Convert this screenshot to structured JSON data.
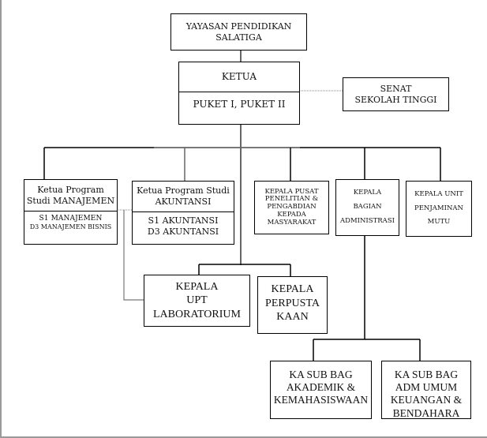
{
  "diagram": {
    "type": "organizational-chart",
    "nodes": {
      "yayasan": {
        "lines": [
          "YAYASAN  PENDIDIKAN",
          "SALATIGA"
        ]
      },
      "ketua": {
        "title": "KETUA",
        "subtitle": "PUKET I,  PUKET II"
      },
      "senat": {
        "lines": [
          "SENAT",
          "SEKOLAH TINGGI"
        ]
      },
      "kaprodi_manajemen": {
        "title_lines": [
          "Ketua Program",
          "Studi MANAJEMEN"
        ],
        "program_lines": [
          "S1 MANAJEMEN",
          "D3 MANAJEMEN BISNIS"
        ]
      },
      "kaprodi_akuntansi": {
        "title_lines": [
          "Ketua Program Studi",
          "AKUNTANSI"
        ],
        "program_lines": [
          "S1 AKUNTANSI",
          "D3 AKUNTANSI"
        ]
      },
      "kepala_p3m": {
        "lines": [
          "KEPALA PUSAT",
          "PENELITIAN &",
          "PENGABDIAN",
          "KEPADA",
          "MASYARAKAT"
        ]
      },
      "kepala_bagian_administrasi": {
        "lines": [
          "KEPALA",
          "BAGIAN",
          "ADMINISTRASI"
        ]
      },
      "kepala_unit_penjaminan_mutu": {
        "lines": [
          "KEPALA UNIT",
          "PENJAMINAN",
          "MUTU"
        ]
      },
      "kepala_upt_laboratorium": {
        "lines": [
          "KEPALA",
          "UPT",
          "LABORATORIUM"
        ]
      },
      "kepala_perpustakaan": {
        "lines": [
          "KEPALA",
          "PERPUSTA",
          "KAAN"
        ]
      },
      "kasubbag_akademik": {
        "lines": [
          "KA SUB BAG",
          "AKADEMIK &",
          "KEMAHASISWAAN"
        ]
      },
      "kasubbag_adm_umum": {
        "lines": [
          "KA SUB BAG",
          "ADM UMUM",
          "KEUANGAN &",
          "BENDAHARA"
        ]
      }
    },
    "edges": [
      {
        "from": "yayasan",
        "to": "ketua",
        "style": "solid"
      },
      {
        "from": "ketua",
        "to": "senat",
        "style": "dotted"
      },
      {
        "from": "ketua",
        "to": "kaprodi_manajemen",
        "style": "solid"
      },
      {
        "from": "ketua",
        "to": "kaprodi_akuntansi",
        "style": "solid"
      },
      {
        "from": "ketua",
        "to": "kepala_p3m",
        "style": "solid"
      },
      {
        "from": "ketua",
        "to": "kepala_bagian_administrasi",
        "style": "solid"
      },
      {
        "from": "ketua",
        "to": "kepala_unit_penjaminan_mutu",
        "style": "solid"
      },
      {
        "from": "ketua",
        "to": "kepala_upt_laboratorium",
        "style": "solid"
      },
      {
        "from": "ketua",
        "to": "kepala_perpustakaan",
        "style": "solid"
      },
      {
        "from": "kaprodi_manajemen",
        "to": "kaprodi_akuntansi",
        "style": "dotted"
      },
      {
        "from": "kaprodi_manajemen",
        "to": "kepala_upt_laboratorium",
        "style": "gray"
      },
      {
        "from": "kepala_bagian_administrasi",
        "to": "kasubbag_akademik",
        "style": "solid"
      },
      {
        "from": "kepala_bagian_administrasi",
        "to": "kasubbag_adm_umum",
        "style": "solid"
      }
    ]
  }
}
